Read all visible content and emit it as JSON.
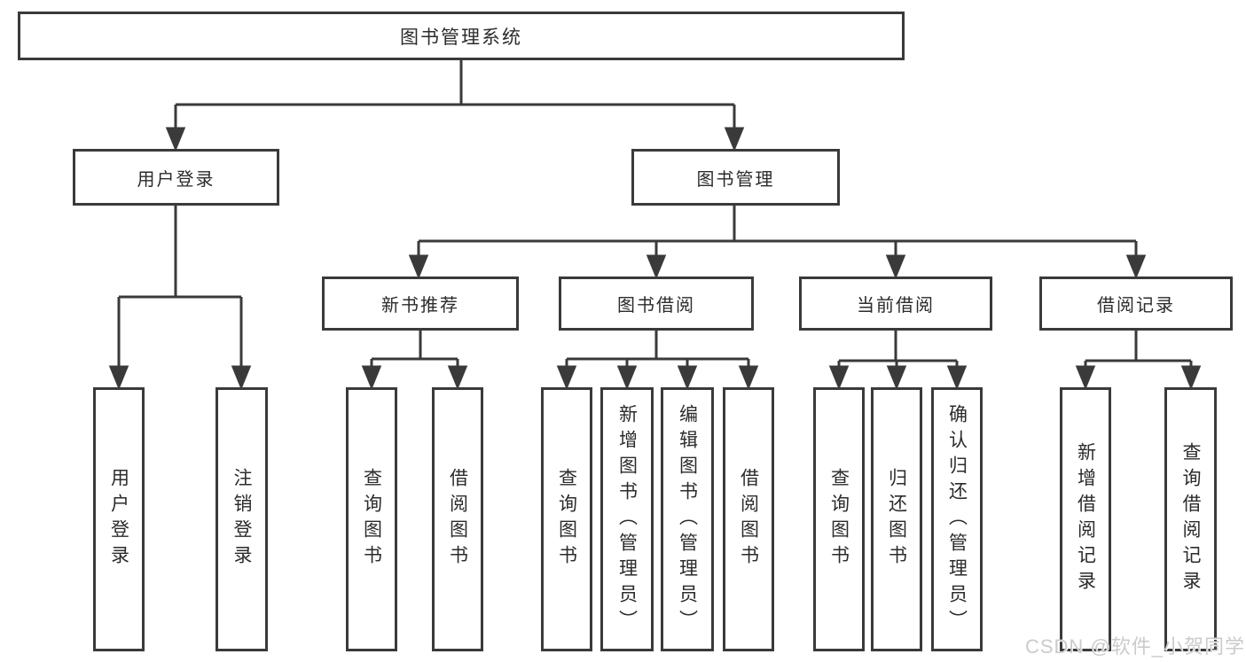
{
  "diagram": {
    "colors": {
      "line": "#3a3a3a",
      "text": "#2b2b2b",
      "background": "#ffffff"
    },
    "root": {
      "label": "图书管理系统"
    },
    "level2": [
      {
        "label": "用户登录",
        "parent": "图书管理系统"
      },
      {
        "label": "图书管理",
        "parent": "图书管理系统"
      }
    ],
    "level3": [
      {
        "label": "新书推荐",
        "parent": "图书管理"
      },
      {
        "label": "图书借阅",
        "parent": "图书管理"
      },
      {
        "label": "当前借阅",
        "parent": "图书管理"
      },
      {
        "label": "借阅记录",
        "parent": "图书管理"
      }
    ],
    "leaves": [
      {
        "label": "用户登录",
        "parent": "用户登录"
      },
      {
        "label": "注销登录",
        "parent": "用户登录"
      },
      {
        "label": "查询图书",
        "parent": "新书推荐"
      },
      {
        "label": "借阅图书",
        "parent": "新书推荐"
      },
      {
        "label": "查询图书",
        "parent": "图书借阅"
      },
      {
        "label": "新增图书（管理员）",
        "parent": "图书借阅"
      },
      {
        "label": "编辑图书（管理员）",
        "parent": "图书借阅"
      },
      {
        "label": "借阅图书",
        "parent": "图书借阅"
      },
      {
        "label": "查询图书",
        "parent": "当前借阅"
      },
      {
        "label": "归还图书",
        "parent": "当前借阅"
      },
      {
        "label": "确认归还（管理员）",
        "parent": "当前借阅"
      },
      {
        "label": "新增借阅记录",
        "parent": "借阅记录"
      },
      {
        "label": "查询借阅记录",
        "parent": "借阅记录"
      }
    ]
  },
  "watermark": {
    "text": "CSDN @软件_小贺同学"
  }
}
